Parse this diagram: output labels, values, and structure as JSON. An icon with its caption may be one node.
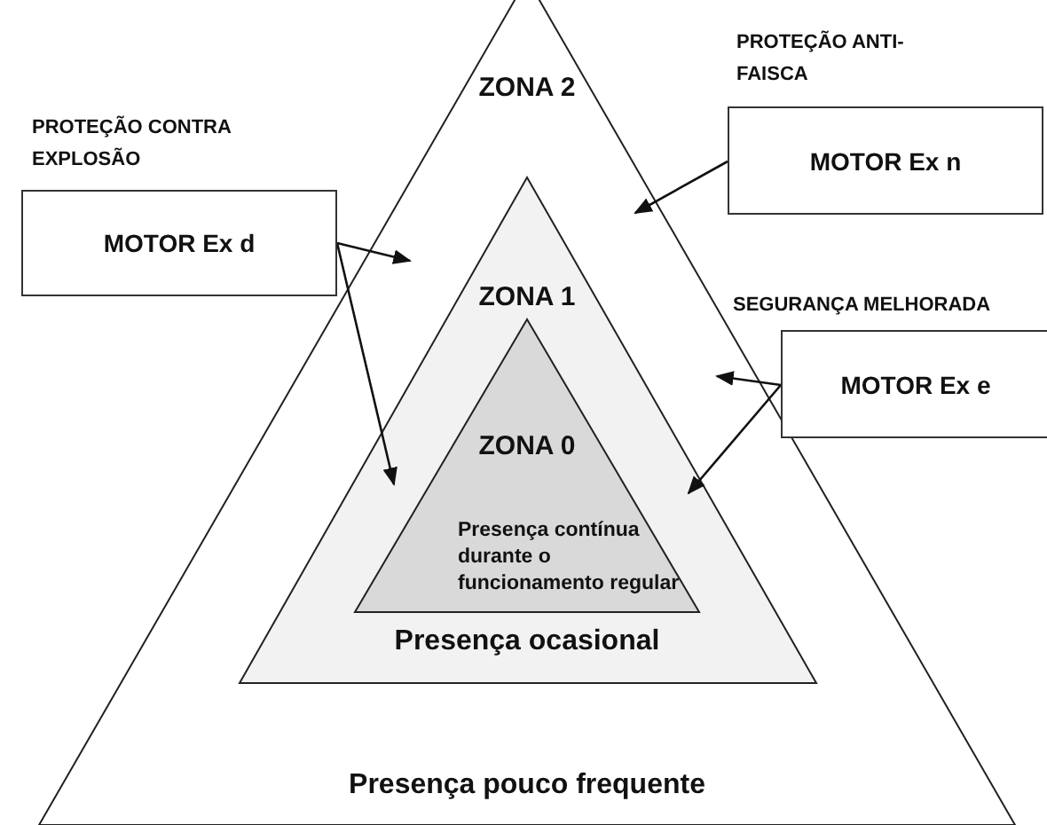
{
  "diagram": {
    "nodes": [
      {
        "text": [
          "ZONA 2",
          "Presença pouco frequente"
        ]
      },
      {
        "text": [
          "ZONA 1",
          "Presença ocasional"
        ],
        "in": 0
      },
      {
        "text": [
          "ZONA 0",
          "Presença contínua durante o funcionamento regular"
        ],
        "in": 1
      },
      {
        "text": [
          "PROTEÇÃO CONTRA EXPLOSÃO",
          "MOTOR Ex d"
        ]
      },
      {
        "text": [
          "PROTEÇÃO ANTI-FAISCA",
          "MOTOR Ex n"
        ]
      },
      {
        "text": [
          "SEGURANÇA MELHORADA",
          "MOTOR Ex e"
        ]
      }
    ],
    "edges": [
      {
        "from": 3,
        "to": 0,
        "arrow": "to"
      },
      {
        "from": 3,
        "to": 1,
        "arrow": "to"
      },
      {
        "from": 4,
        "to": 0,
        "arrow": "to"
      },
      {
        "from": 5,
        "to": 0,
        "arrow": "to"
      },
      {
        "from": 5,
        "to": 1,
        "arrow": "to"
      }
    ]
  }
}
